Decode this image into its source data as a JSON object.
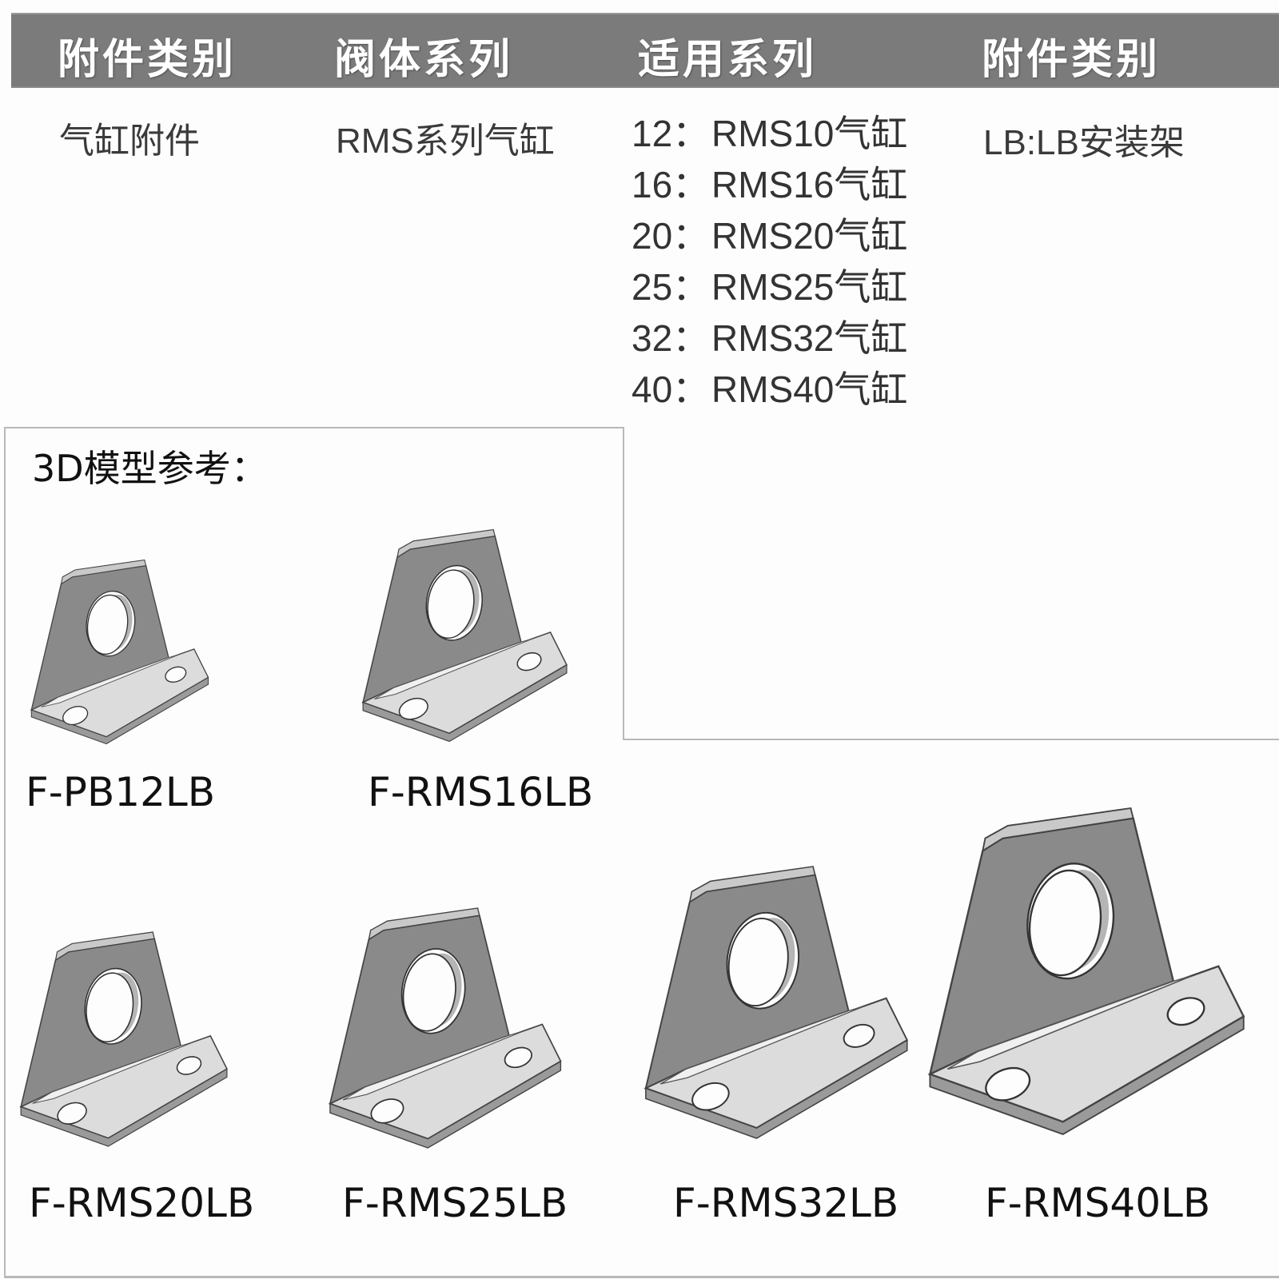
{
  "table": {
    "headers": [
      "附件类别",
      "阀体系列",
      "适用系列",
      "附件类别"
    ],
    "row": {
      "accessory_category": "气缸附件",
      "valve_series": "RMS系列气缸",
      "applicable_series": [
        {
          "code": "12：",
          "name": "RMS10气缸"
        },
        {
          "code": "16：",
          "name": "RMS16气缸"
        },
        {
          "code": "20：",
          "name": "RMS20气缸"
        },
        {
          "code": "25：",
          "name": "RMS25气缸"
        },
        {
          "code": "32：",
          "name": "RMS32气缸"
        },
        {
          "code": "40：",
          "name": "RMS40气缸"
        }
      ],
      "accessory_type": "LB:LB安装架"
    }
  },
  "models": {
    "title": "3D模型参考：",
    "items": [
      {
        "label": "F-PB12LB",
        "icon": "l-bracket-icon"
      },
      {
        "label": "F-RMS16LB",
        "icon": "l-bracket-icon"
      },
      {
        "label": "F-RMS20LB",
        "icon": "l-bracket-icon"
      },
      {
        "label": "F-RMS25LB",
        "icon": "l-bracket-icon"
      },
      {
        "label": "F-RMS32LB",
        "icon": "l-bracket-icon"
      },
      {
        "label": "F-RMS40LB",
        "icon": "l-bracket-icon"
      }
    ]
  },
  "colors": {
    "header_bg": "#7b7b7b",
    "header_text": "#ffffff",
    "body_text": "#3a3a3a",
    "bracket_face": "#8a8a8a",
    "bracket_base": "#dcdcdc"
  }
}
